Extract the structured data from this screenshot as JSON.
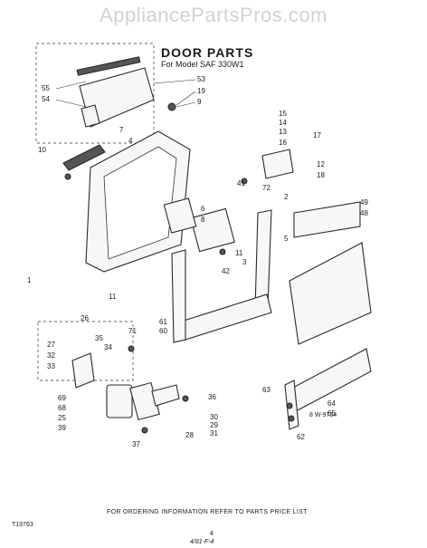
{
  "watermark": "AppliancePartsPros.com",
  "title": "DOOR PARTS",
  "subtitle": "For Model SAF 330W1",
  "footer": {
    "ordering": "FOR ORDERING INFORMATION REFER TO PARTS PRICE LIST",
    "figure_code": "T19763",
    "page": "4",
    "ref": "8 W-9734",
    "signature": "4/81-F-4"
  },
  "callouts": [
    "55",
    "54",
    "53",
    "19",
    "9",
    "7",
    "4",
    "10",
    "15",
    "14",
    "13",
    "16",
    "17",
    "12",
    "18",
    "41",
    "72",
    "6",
    "8",
    "2",
    "49",
    "48",
    "5",
    "11",
    "3",
    "42",
    "1",
    "11",
    "26",
    "27",
    "32",
    "33",
    "35",
    "34",
    "71",
    "61",
    "60",
    "69",
    "68",
    "25",
    "39",
    "36",
    "30",
    "29",
    "31",
    "28",
    "37",
    "63",
    "62",
    "64",
    "65"
  ]
}
